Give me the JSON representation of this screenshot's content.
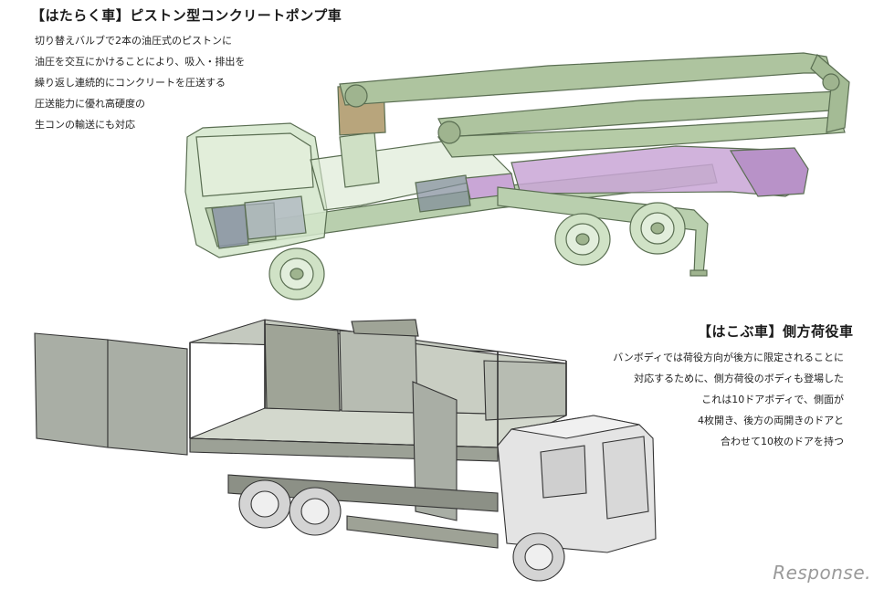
{
  "pump_truck": {
    "title": "【はたらく車】ピストン型コンクリートポンプ車",
    "description": [
      "切り替えバルブで2本の油圧式のピストンに",
      "油圧を交互にかけることにより、吸入・排出を",
      "繰り返し連続的にコンクリートを圧送する",
      "圧送能力に優れ高硬度の",
      "生コンの輸送にも対応"
    ],
    "colors": {
      "body": "#c6dbbb",
      "outline": "#5a6e52",
      "pump": "#c9a6d6",
      "boom": "#aec49f"
    }
  },
  "box_truck": {
    "title": "【はこぶ車】側方荷役車",
    "description": [
      "バンボディでは荷役方向が後方に限定されることに",
      "対応するために、側方荷役のボディも登場した",
      "これは10ドアボディで、側面が",
      "4枚開き、後方の両開きのドアと",
      "合わせて10枚のドアを持つ"
    ],
    "colors": {
      "panel": "#b7bcb2",
      "floor": "#d3d8cd",
      "cab": "#e4e4e4",
      "outline": "#333333"
    }
  },
  "logo": {
    "text": "Response.",
    "icon": "response-logo-icon"
  }
}
